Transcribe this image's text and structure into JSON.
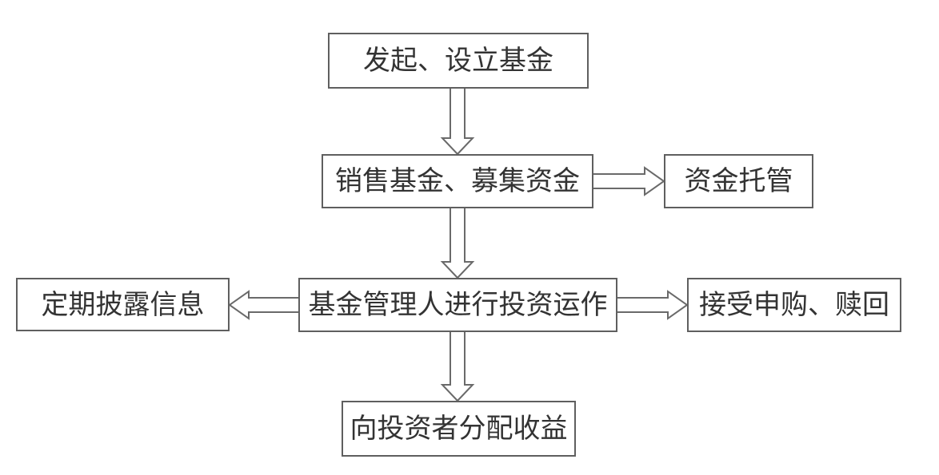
{
  "diagram": {
    "type": "flowchart",
    "language": "zh-CN",
    "nodes": [
      {
        "id": "initiate",
        "label": "发起、设立基金"
      },
      {
        "id": "sell-raise",
        "label": "销售基金、募集资金"
      },
      {
        "id": "custody",
        "label": "资金托管"
      },
      {
        "id": "manage",
        "label": "基金管理人进行投资运作"
      },
      {
        "id": "disclose",
        "label": "定期披露信息"
      },
      {
        "id": "subscribe-redeem",
        "label": "接受申购、赎回"
      },
      {
        "id": "distribute",
        "label": "向投资者分配收益"
      }
    ],
    "edges": [
      {
        "from": "initiate",
        "to": "sell-raise",
        "direction": "down"
      },
      {
        "from": "sell-raise",
        "to": "custody",
        "direction": "right"
      },
      {
        "from": "sell-raise",
        "to": "manage",
        "direction": "down"
      },
      {
        "from": "manage",
        "to": "disclose",
        "direction": "left"
      },
      {
        "from": "manage",
        "to": "subscribe-redeem",
        "direction": "right"
      },
      {
        "from": "manage",
        "to": "distribute",
        "direction": "down"
      }
    ],
    "colors": {
      "background": "#ffffff",
      "box_fill": "#ffffff",
      "box_border": "#5f5f5f",
      "arrow": "#6a6a6a",
      "text": "#333333"
    }
  }
}
